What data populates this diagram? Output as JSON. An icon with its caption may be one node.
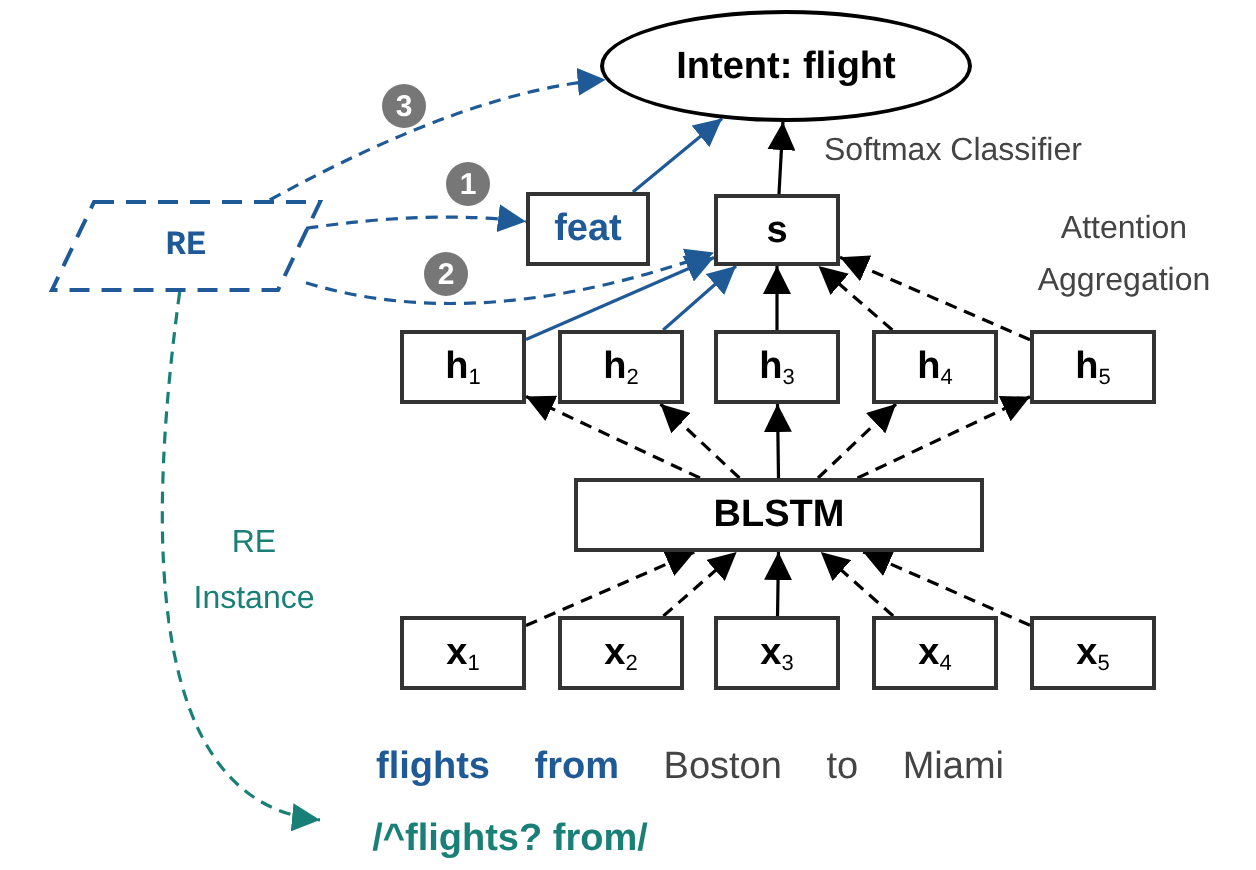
{
  "diagram": {
    "nodes": [
      {
        "text": [
          "Intent: flight"
        ]
      },
      {
        "text": [
          "RE"
        ]
      },
      {
        "text": [
          "feat"
        ]
      },
      {
        "text": [
          "s"
        ]
      },
      {
        "text": [
          "h$_{1}$"
        ]
      },
      {
        "text": [
          "h$_{2}$"
        ]
      },
      {
        "text": [
          "h$_{3}$"
        ]
      },
      {
        "text": [
          "h$_{4}$"
        ]
      },
      {
        "text": [
          "h$_{5}$"
        ]
      },
      {
        "text": [
          "BLSTM"
        ]
      },
      {
        "text": [
          "x$_{1}$"
        ]
      },
      {
        "text": [
          "x$_{2}$"
        ]
      },
      {
        "text": [
          "x$_{3}$"
        ]
      },
      {
        "text": [
          "x$_{4}$"
        ]
      },
      {
        "text": [
          "x$_{5}$"
        ]
      },
      {
        "text": [
          "/^flights? from/"
        ]
      }
    ],
    "edges": [
      {
        "from": 1,
        "to": 0,
        "arrow": "to",
        "label": "3",
        "style": "dashed",
        "color": "#1f5a96"
      },
      {
        "from": 1,
        "to": 2,
        "arrow": "to",
        "label": "1",
        "style": "dashed",
        "color": "#1f5a96"
      },
      {
        "from": 1,
        "to": 3,
        "arrow": "to",
        "label": "2",
        "style": "dashed",
        "color": "#1f5a96"
      },
      {
        "from": 2,
        "to": 0,
        "arrow": "to",
        "color": "#1f5a96"
      },
      {
        "from": 3,
        "to": 0,
        "arrow": "to"
      },
      {
        "from": 4,
        "to": 3,
        "arrow": "to",
        "color": "#1f5a96"
      },
      {
        "from": 5,
        "to": 3,
        "arrow": "to",
        "color": "#1f5a96"
      },
      {
        "from": 6,
        "to": 3,
        "arrow": "to"
      },
      {
        "from": 7,
        "to": 3,
        "arrow": "to",
        "style": "dashed"
      },
      {
        "from": 8,
        "to": 3,
        "arrow": "to",
        "style": "dashed"
      },
      {
        "from": 9,
        "to": 4,
        "arrow": "to",
        "style": "dashed"
      },
      {
        "from": 9,
        "to": 5,
        "arrow": "to",
        "style": "dashed"
      },
      {
        "from": 9,
        "to": 6,
        "arrow": "to"
      },
      {
        "from": 9,
        "to": 7,
        "arrow": "to",
        "style": "dashed"
      },
      {
        "from": 9,
        "to": 8,
        "arrow": "to",
        "style": "dashed"
      },
      {
        "from": 10,
        "to": 9,
        "arrow": "to",
        "style": "dashed"
      },
      {
        "from": 11,
        "to": 9,
        "arrow": "to",
        "style": "dashed"
      },
      {
        "from": 12,
        "to": 9,
        "arrow": "to"
      },
      {
        "from": 13,
        "to": 9,
        "arrow": "to",
        "style": "dashed"
      },
      {
        "from": 14,
        "to": 9,
        "arrow": "to",
        "style": "dashed"
      },
      {
        "from": 1,
        "to": 15,
        "arrow": "to",
        "label": "RE Instance",
        "style": "dashed",
        "color": "#1a8077"
      }
    ],
    "labels": [
      "Softmax Classifier",
      "Attention Aggregation",
      "**flights from** Boston to Miami"
    ]
  }
}
